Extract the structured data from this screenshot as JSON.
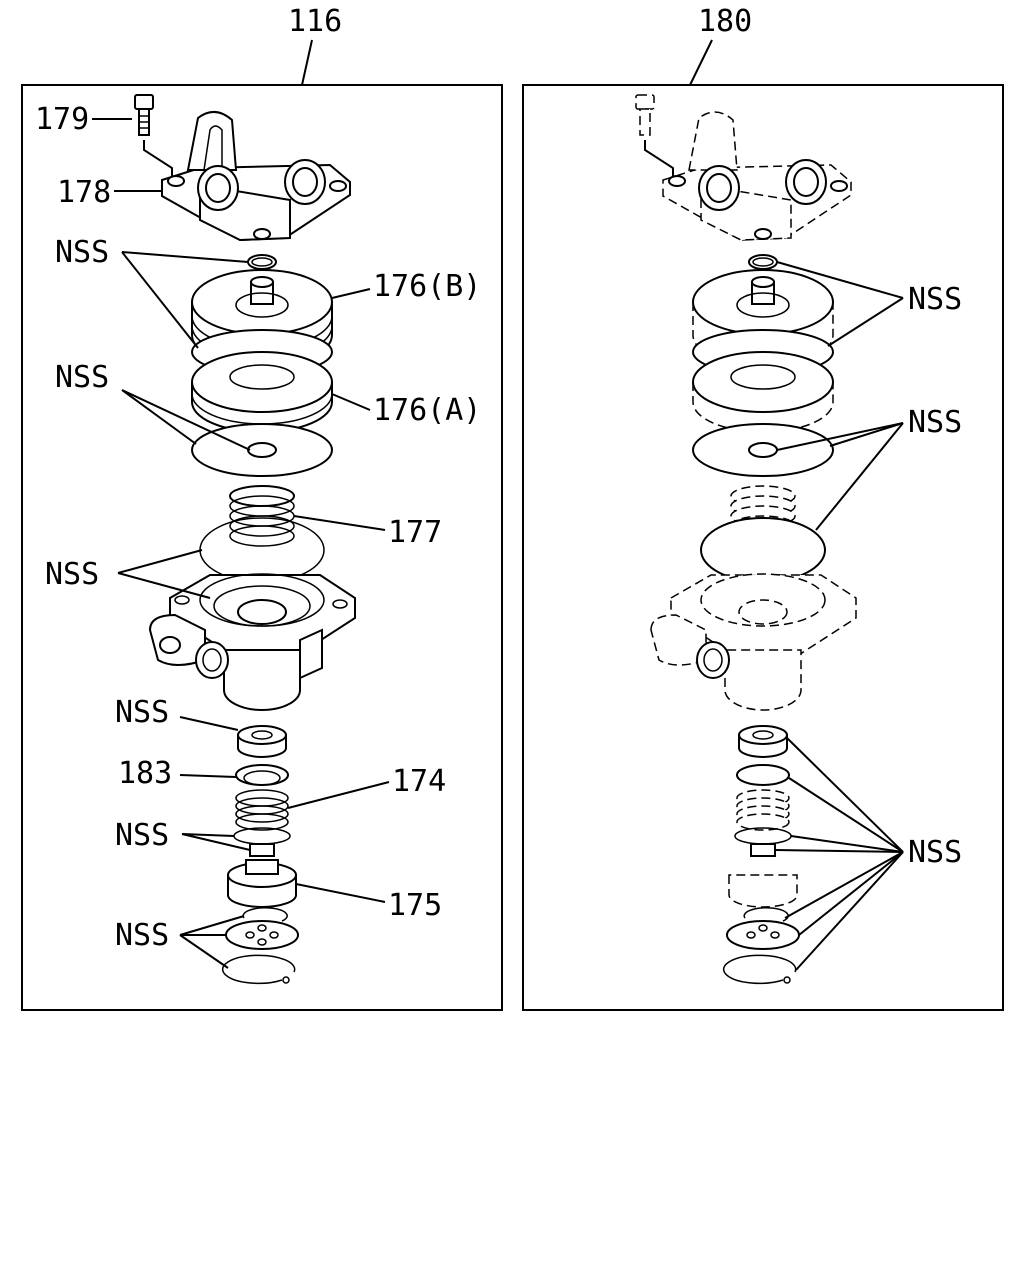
{
  "panels": [
    {
      "assembly": "116",
      "labels": {
        "bolt": "179",
        "cover": "178",
        "nss_top": "NSS",
        "piston_b": "176(B)",
        "nss_mid": "NSS",
        "piston_a": "176(A)",
        "spring": "177",
        "nss_body": "NSS",
        "nss_valve": "NSS",
        "seat": "183",
        "valve_spring": "174",
        "nss_valve2": "NSS",
        "plug": "175",
        "nss_bottom": "NSS"
      }
    },
    {
      "assembly": "180",
      "labels": {
        "nss_top": "NSS",
        "nss_mid": "NSS",
        "nss_lower": "NSS"
      }
    }
  ]
}
